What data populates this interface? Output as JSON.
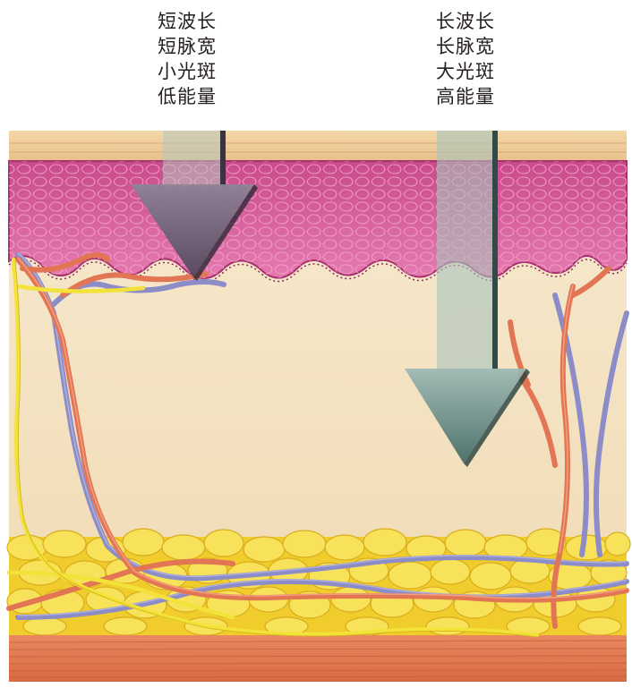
{
  "left_label": [
    "短波长",
    "短脉宽",
    "小光斑",
    "低能量"
  ],
  "right_label": [
    "长波长",
    "长脉宽",
    "大光斑",
    "高能量"
  ],
  "colors": {
    "epidermis": "#d6569a",
    "dermis": "#f4e5c4",
    "fat": "#f5da3a",
    "muscle": "#e4764c",
    "artery": "#e27553",
    "vein": "#8c8cc8",
    "nerve": "#f2e23a",
    "arrow_left": "#6a6078",
    "arrow_right": "#5f8a86"
  }
}
